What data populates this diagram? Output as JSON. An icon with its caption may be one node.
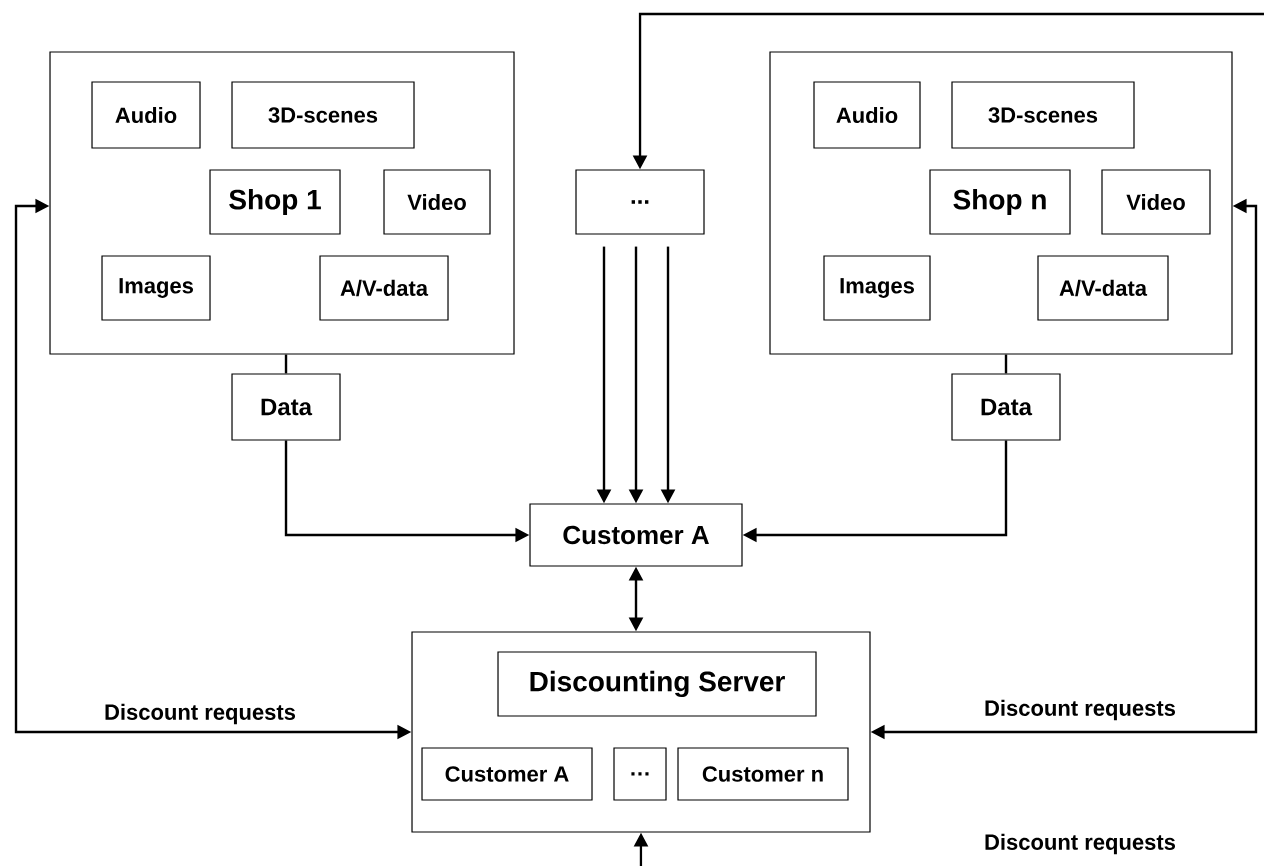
{
  "diagram": {
    "nodes": [
      {
        "text": [],
        "shape": "box"
      },
      {
        "text": [
          "Audio"
        ],
        "in": 0
      },
      {
        "text": [
          "3D-scenes"
        ],
        "in": 0
      },
      {
        "text": [
          "Shop 1"
        ],
        "in": 0
      },
      {
        "text": [
          "Video"
        ],
        "in": 0
      },
      {
        "text": [
          "Images"
        ],
        "in": 0
      },
      {
        "text": [
          "A/V-data"
        ],
        "in": 0
      },
      {
        "text": [
          "Data"
        ]
      },
      {
        "text": [
          "..."
        ]
      },
      {
        "text": [],
        "shape": "box"
      },
      {
        "text": [
          "Audio"
        ],
        "in": 9
      },
      {
        "text": [
          "3D-scenes"
        ],
        "in": 9
      },
      {
        "text": [
          "Shop n"
        ],
        "in": 9
      },
      {
        "text": [
          "Video"
        ],
        "in": 9
      },
      {
        "text": [
          "Images"
        ],
        "in": 9
      },
      {
        "text": [
          "A/V-data"
        ],
        "in": 9
      },
      {
        "text": [
          "Data"
        ]
      },
      {
        "text": [
          "Customer A"
        ]
      },
      {
        "text": [],
        "shape": "box"
      },
      {
        "text": [
          "Discounting Server"
        ],
        "in": 18
      },
      {
        "text": [
          "Customer A"
        ],
        "in": 18
      },
      {
        "text": [
          "…"
        ],
        "in": 18
      },
      {
        "text": [
          "Customer n"
        ],
        "in": 18
      }
    ],
    "edges": [
      {
        "from": 0,
        "to": 7,
        "arrow": "none"
      },
      {
        "from": 7,
        "to": 17,
        "arrow": "to"
      },
      {
        "from": 9,
        "to": 16,
        "arrow": "none"
      },
      {
        "from": 16,
        "to": 17,
        "arrow": "to"
      },
      {
        "from": null,
        "to": 8,
        "arrow": "to"
      },
      {
        "from": 8,
        "to": 17,
        "arrow": "to"
      },
      {
        "from": 8,
        "to": 17,
        "arrow": "to"
      },
      {
        "from": 8,
        "to": 17,
        "arrow": "to"
      },
      {
        "from": 17,
        "to": 18,
        "arrow": "both"
      },
      {
        "from": 18,
        "to": 0,
        "arrow": "both",
        "label": "Discount requests"
      },
      {
        "from": 18,
        "to": 9,
        "arrow": "both",
        "label": "Discount requests"
      },
      {
        "from": null,
        "to": 18,
        "arrow": "to"
      }
    ],
    "labels": [
      "Discount requests"
    ]
  }
}
